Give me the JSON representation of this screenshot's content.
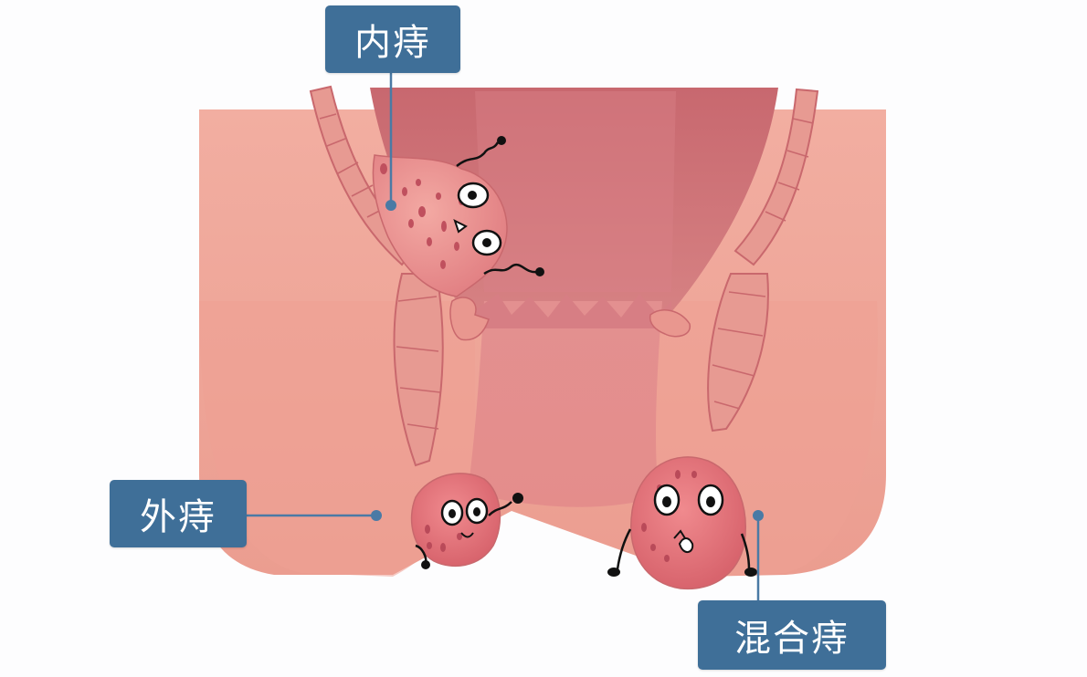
{
  "labels": {
    "internal": "内痔",
    "external": "外痔",
    "mixed": "混合痔"
  },
  "colors": {
    "label_bg": "#3f6f98",
    "label_text": "#ffffff",
    "leader_line": "#4a7aa5",
    "skin": "#efa89b",
    "canal": "#d77f86",
    "hemorrhoid": "#e0707a"
  }
}
